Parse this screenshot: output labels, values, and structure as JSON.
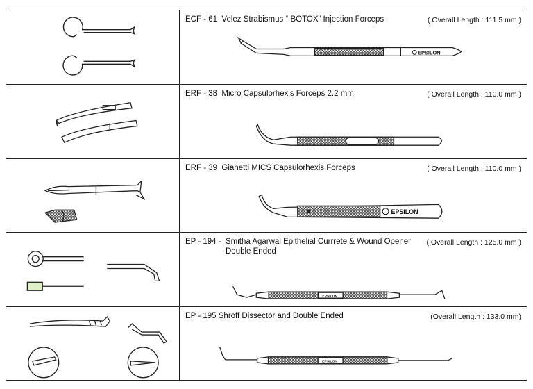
{
  "brand": "EPSILON",
  "products": [
    {
      "code": "ECF - 61",
      "name": "Velez Strabismus “ BOTOX” Injection Forceps",
      "length": "( Overall Length : 111.5 mm )"
    },
    {
      "code": "ERF - 38",
      "name": "Micro Capsulorhexis Forceps 2.2 mm",
      "length": "( Overall Length : 110.0 mm )"
    },
    {
      "code": "ERF - 39",
      "name": "Gianetti MICS Capsulorhexis Forceps",
      "length": "( Overall Length : 110.0 mm )"
    },
    {
      "code": "EP - 194 -",
      "name": "Smitha Agarwal Epithelial Currrete & Wound Opener",
      "name_line2": "Double Ended",
      "length": "( Overall Length : 125.0 mm )"
    },
    {
      "code": "EP - 195",
      "name": "Shroff Dissector and Double Ended",
      "length": "(Overall Length : 133.0 mm)"
    }
  ]
}
